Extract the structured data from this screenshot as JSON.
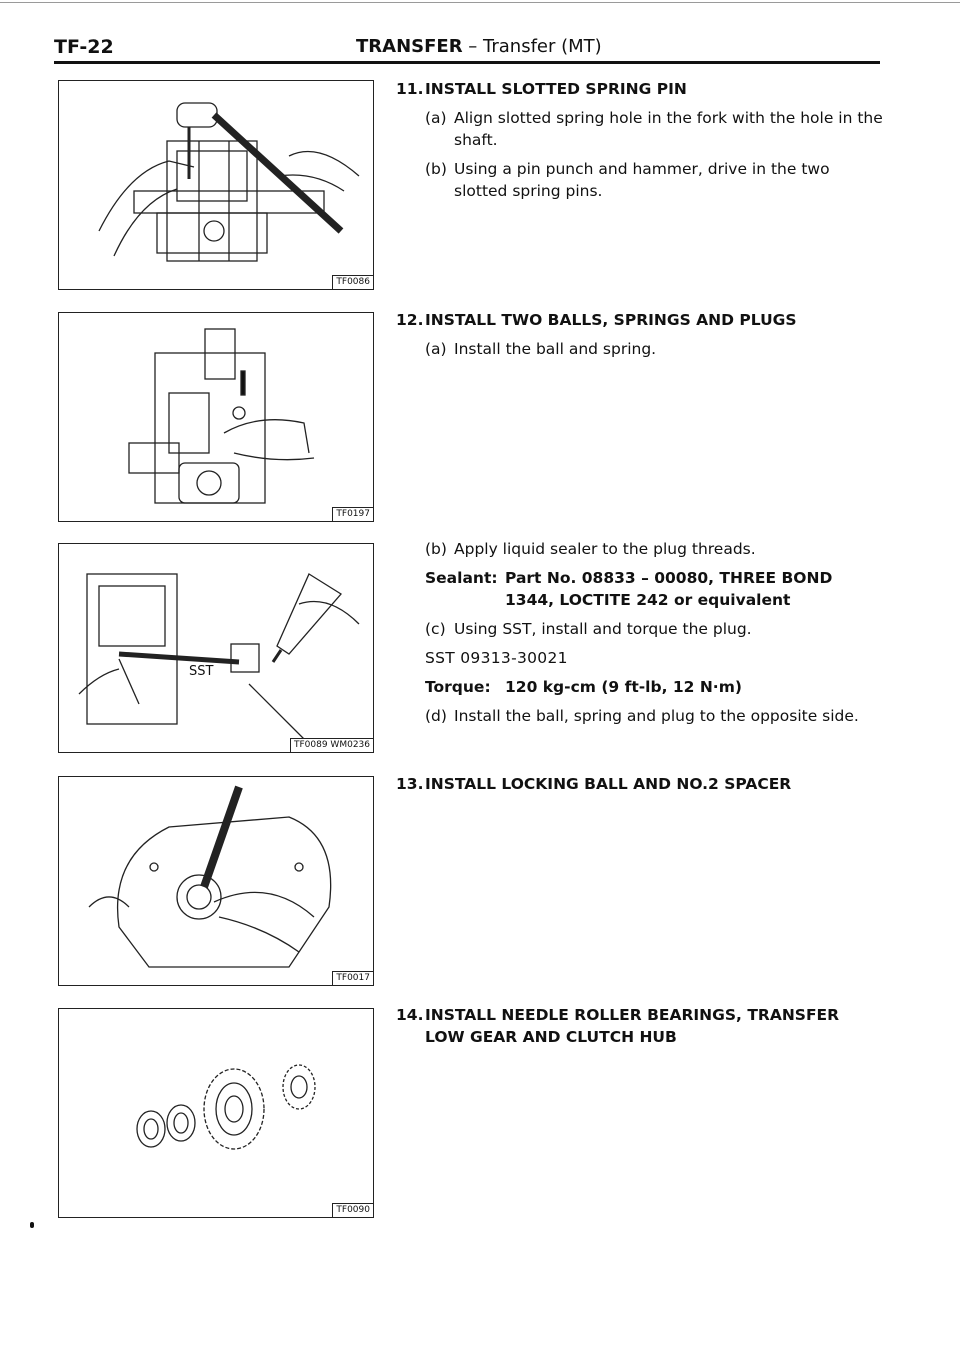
{
  "header": {
    "page_code": "TF-22",
    "section_bold": "TRANSFER",
    "section_rest": " – Transfer (MT)"
  },
  "figures": [
    {
      "code": "TF0086"
    },
    {
      "code": "TF0197"
    },
    {
      "code": "TF0089 WM0236",
      "callout": "SST"
    },
    {
      "code": "TF0017"
    },
    {
      "code": "TF0090"
    }
  ],
  "steps": {
    "s11": {
      "num": "11.",
      "title": "INSTALL SLOTTED SPRING PIN",
      "subs": [
        {
          "label": "(a)",
          "text": "Align slotted spring hole in the fork with the hole in the shaft."
        },
        {
          "label": "(b)",
          "text": "Using a pin punch and hammer, drive in the two slotted spring pins."
        }
      ]
    },
    "s12": {
      "num": "12.",
      "title": "INSTALL TWO BALLS, SPRINGS AND PLUGS",
      "a": {
        "label": "(a)",
        "text": "Install the ball and spring."
      },
      "b": {
        "label": "(b)",
        "text": "Apply liquid sealer to the plug threads."
      },
      "sealant_key": "Sealant:",
      "sealant_val": "Part No. 08833 – 00080, THREE BOND 1344, LOCTITE 242 or equivalent",
      "c": {
        "label": "(c)",
        "text": "Using SST, install and torque the plug."
      },
      "sst": "SST 09313-30021",
      "torque_key": "Torque:",
      "torque_val": "120 kg-cm (9 ft-lb, 12 N·m)",
      "d": {
        "label": "(d)",
        "text": "Install the ball, spring and plug to the opposite side."
      }
    },
    "s13": {
      "num": "13.",
      "title": "INSTALL LOCKING BALL AND NO.2 SPACER"
    },
    "s14": {
      "num": "14.",
      "title": "INSTALL NEEDLE ROLLER BEARINGS, TRANSFER LOW GEAR AND CLUTCH HUB"
    }
  }
}
